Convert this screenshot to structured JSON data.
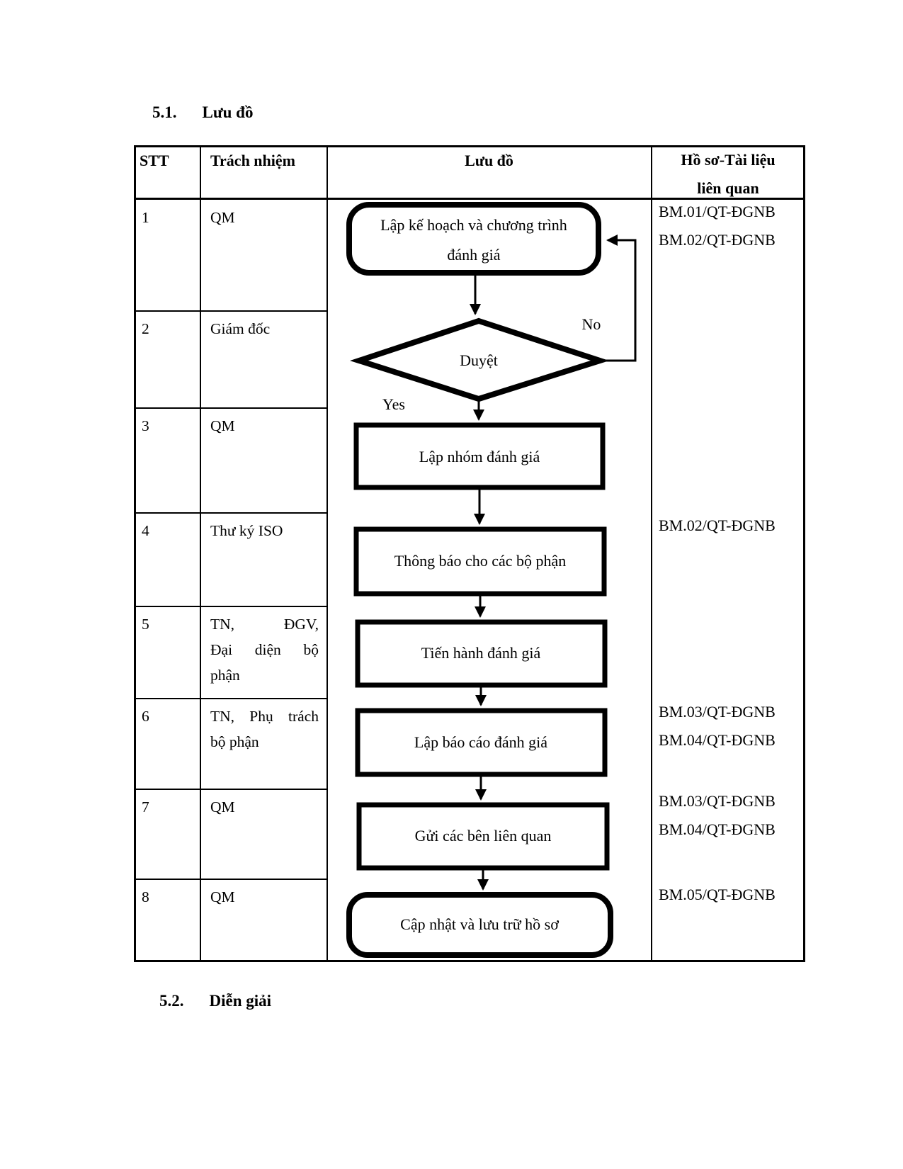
{
  "page": {
    "section1": {
      "number": "5.1.",
      "title": "Lưu đồ"
    },
    "section2": {
      "number": "5.2.",
      "title": "Diễn giải"
    }
  },
  "table": {
    "headers": {
      "stt": "STT",
      "responsibility": "Trách nhiệm",
      "flow": "Lưu đồ",
      "docs_line1": "Hồ sơ-Tài liệu",
      "docs_line2": "liên quan"
    },
    "rows": [
      {
        "stt": "1",
        "resp_lines": [
          "QM"
        ],
        "docs": [
          "BM.01/QT-ĐGNB",
          "BM.02/QT-ĐGNB"
        ]
      },
      {
        "stt": "2",
        "resp_lines": [
          "Giám đốc"
        ],
        "docs": []
      },
      {
        "stt": "3",
        "resp_lines": [
          "QM"
        ],
        "docs": []
      },
      {
        "stt": "4",
        "resp_lines": [
          "Thư ký ISO"
        ],
        "docs": [
          "BM.02/QT-ĐGNB"
        ]
      },
      {
        "stt": "5",
        "resp_lines": [
          "TN, ĐGV,",
          "Đại diện bộ",
          "phận"
        ],
        "docs": []
      },
      {
        "stt": "6",
        "resp_lines": [
          "TN, Phụ trách",
          "bộ phận"
        ],
        "docs": [
          "BM.03/QT-ĐGNB",
          "BM.04/QT-ĐGNB"
        ]
      },
      {
        "stt": "7",
        "resp_lines": [
          "QM"
        ],
        "docs": [
          "BM.03/QT-ĐGNB",
          "BM.04/QT-ĐGNB"
        ]
      },
      {
        "stt": "8",
        "resp_lines": [
          "QM"
        ],
        "docs": [
          "BM.05/QT-ĐGNB"
        ]
      }
    ]
  },
  "flowchart": {
    "nodes": [
      {
        "id": "plan",
        "shape": "rounded-rect",
        "lines": [
          "Lập kế hoạch và chương trình",
          "đánh giá"
        ]
      },
      {
        "id": "approve",
        "shape": "diamond",
        "lines": [
          "Duyệt"
        ]
      },
      {
        "id": "team",
        "shape": "rect",
        "lines": [
          "Lập nhóm đánh giá"
        ]
      },
      {
        "id": "notify",
        "shape": "rect",
        "lines": [
          "Thông báo cho các bộ phận"
        ]
      },
      {
        "id": "conduct",
        "shape": "rect",
        "lines": [
          "Tiến hành đánh giá"
        ]
      },
      {
        "id": "report",
        "shape": "rect",
        "lines": [
          "Lập báo cáo đánh giá"
        ]
      },
      {
        "id": "send",
        "shape": "rect",
        "lines": [
          "Gửi các bên liên quan"
        ]
      },
      {
        "id": "archive",
        "shape": "rounded-rect",
        "lines": [
          "Cập nhật và lưu trữ hồ sơ"
        ]
      }
    ],
    "branch_labels": {
      "yes": "Yes",
      "no": "No"
    }
  },
  "colors": {
    "ink": "#000000",
    "paper": "#ffffff"
  }
}
